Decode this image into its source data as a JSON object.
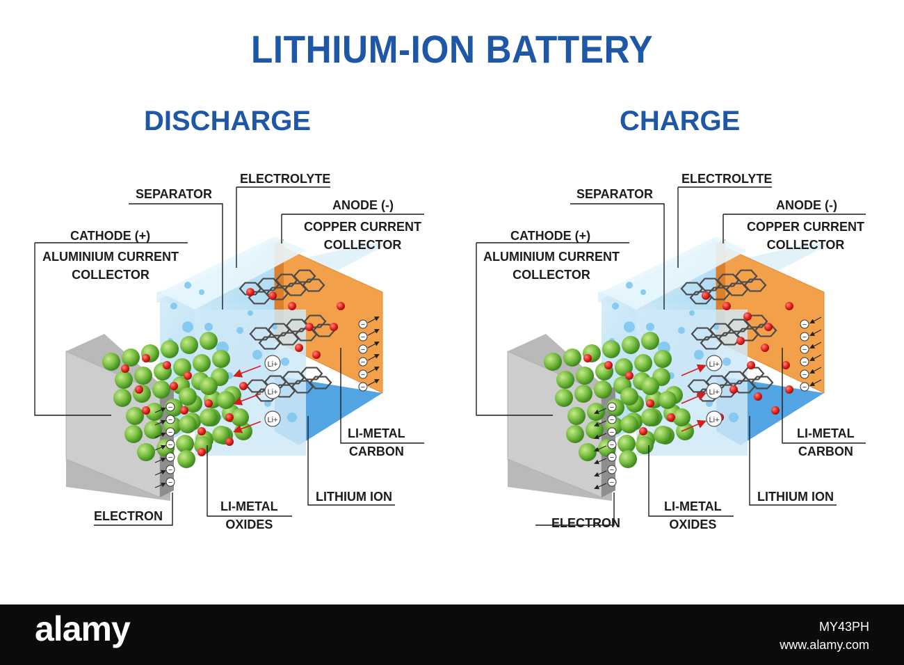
{
  "title": "LITHIUM-ION BATTERY",
  "panels": [
    {
      "heading": "DISCHARGE",
      "ion_direction": "to-cathode",
      "labels": {
        "separator": "SEPARATOR",
        "electrolyte": "ELECTROLYTE",
        "anode": "ANODE (-)",
        "anode_collector_1": "COPPER CURRENT",
        "anode_collector_2": "COLLECTOR",
        "cathode": "CATHODE (+)",
        "cathode_collector_1": "ALUMINIUM CURRENT",
        "cathode_collector_2": "COLLECTOR",
        "carbon_1": "LI-METAL",
        "carbon_2": "CARBON",
        "lithium_ion": "LITHIUM ION",
        "electron": "ELECTRON",
        "oxides_1": "LI-METAL",
        "oxides_2": "OXIDES"
      }
    },
    {
      "heading": "CHARGE",
      "ion_direction": "to-anode",
      "labels": {
        "separator": "SEPARATOR",
        "electrolyte": "ELECTROLYTE",
        "anode": "ANODE (-)",
        "anode_collector_1": "COPPER CURRENT",
        "anode_collector_2": "COLLECTOR",
        "cathode": "CATHODE (+)",
        "cathode_collector_1": "ALUMINIUM CURRENT",
        "cathode_collector_2": "COLLECTOR",
        "carbon_1": "LI-METAL",
        "carbon_2": "CARBON",
        "lithium_ion": "LITHIUM ION",
        "electron": "ELECTRON",
        "oxides_1": "LI-METAL",
        "oxides_2": "OXIDES"
      }
    }
  ],
  "ion_symbol": "Li+",
  "electron_symbol": "−",
  "watermark": {
    "logo": "alamy",
    "image_id": "MY43PH",
    "site": "www.alamy.com"
  },
  "colors": {
    "title": "#1f57a7",
    "cathode_block": "#c9c9c9",
    "oxide_sphere": "#7cc043",
    "lithium_ion": "#e8251f",
    "electrolyte": "#9fd6f2",
    "separator": "#cfe9f7",
    "anode_collector": "#f3a04b",
    "carbon_lattice": "#4a4a4a",
    "footer": "#0b0b0b"
  }
}
